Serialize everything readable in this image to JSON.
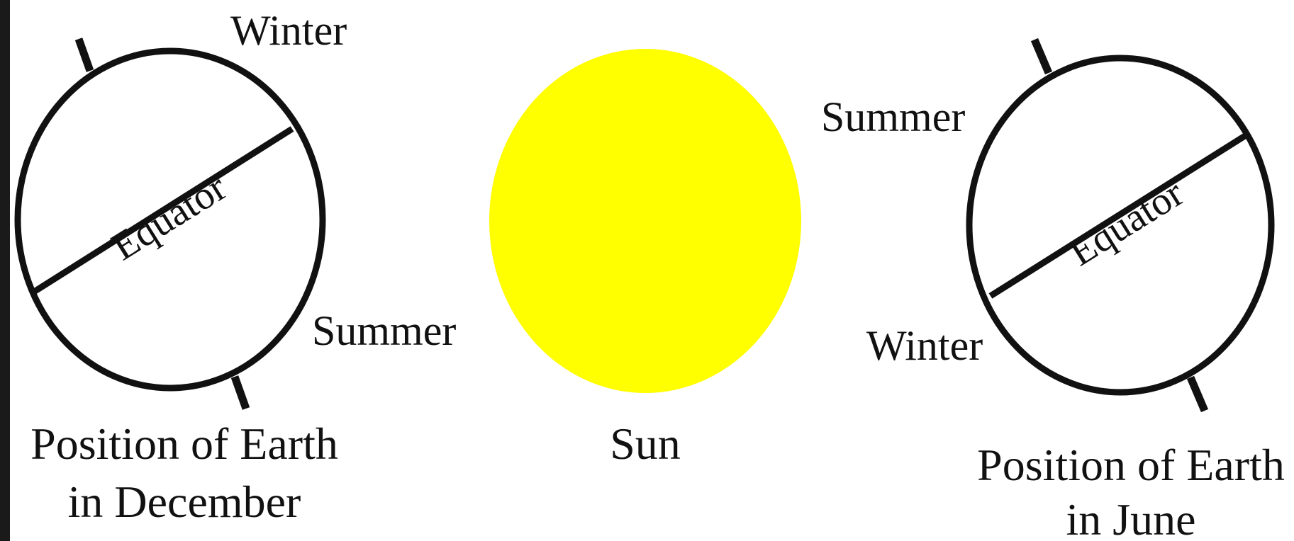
{
  "colors": {
    "background": "#ffffff",
    "frame": "#1a1a1a",
    "outline": "#111111",
    "sun": "#ffff00",
    "text": "#111111"
  },
  "earth_december": {
    "hemisphere_top_label": "Winter",
    "hemisphere_bottom_label": "Summer",
    "equator_label": "Equator",
    "caption_line1": "Position of Earth",
    "caption_line2": "in December"
  },
  "sun": {
    "label": "Sun"
  },
  "earth_june": {
    "hemisphere_top_label": "Summer",
    "hemisphere_bottom_label": "Winter",
    "equator_label": "Equator",
    "caption_line1": "Position of Earth",
    "caption_line2": "in June"
  }
}
